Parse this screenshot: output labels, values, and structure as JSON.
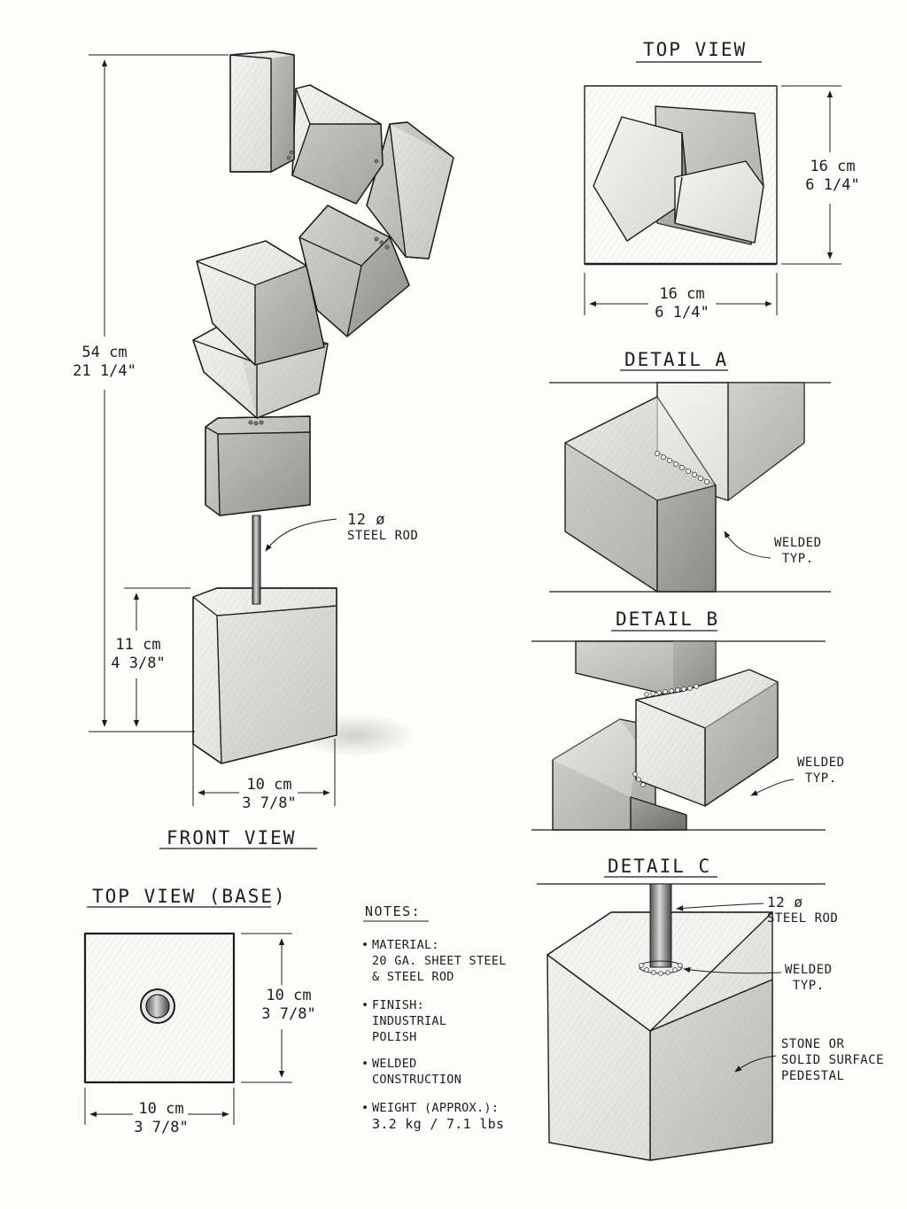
{
  "titles": {
    "top_view": "TOP VIEW",
    "front_view": "FRONT VIEW",
    "detail_a": "DETAIL A",
    "detail_b": "DETAIL B",
    "detail_c": "DETAIL C",
    "top_view_base": "TOP VIEW (BASE)"
  },
  "dimensions": {
    "height_total_cm": "54 cm",
    "height_total_in": "21 1/4\"",
    "base_height_cm": "11 cm",
    "base_height_in": "4 3/8\"",
    "base_width_cm": "10 cm",
    "base_width_in": "3 7/8\"",
    "top_height_cm": "16 cm",
    "top_height_in": "6 1/4\"",
    "top_width_cm": "16 cm",
    "top_width_in": "6 1/4\"",
    "base_top_height_cm": "10 cm",
    "base_top_height_in": "3 7/8\"",
    "base_top_width_cm": "10 cm",
    "base_top_width_in": "3 7/8\""
  },
  "callouts": {
    "rod_size": "12 ø",
    "rod_name": "STEEL ROD",
    "weld_a_1": "WELDED",
    "weld_a_2": "TYP.",
    "weld_b_1": "WELDED",
    "weld_b_2": "TYP.",
    "rod_c_size": "12 ø",
    "rod_c_name": "STEEL ROD",
    "weld_c_1": "WELDED",
    "weld_c_2": "TYP.",
    "pedestal_1": "STONE OR",
    "pedestal_2": "SOLID SURFACE",
    "pedestal_3": "PEDESTAL"
  },
  "notes": {
    "heading": "NOTES:",
    "items": [
      {
        "lines": [
          "MATERIAL:",
          "20 GA. SHEET STEEL",
          "& STEEL ROD"
        ]
      },
      {
        "lines": [
          "FINISH:",
          "INDUSTRIAL",
          "POLISH"
        ]
      },
      {
        "lines": [
          "WELDED",
          "CONSTRUCTION"
        ]
      },
      {
        "lines": [
          "WEIGHT (APPROX.):",
          "3.2 kg / 7.1 lbs"
        ]
      }
    ]
  },
  "colors": {
    "ink": "#1d1d1d",
    "light": "#f2f2f0",
    "mid": "#c9c9c6",
    "dark": "#8f8f8c",
    "paper": "#fdfdfc"
  }
}
